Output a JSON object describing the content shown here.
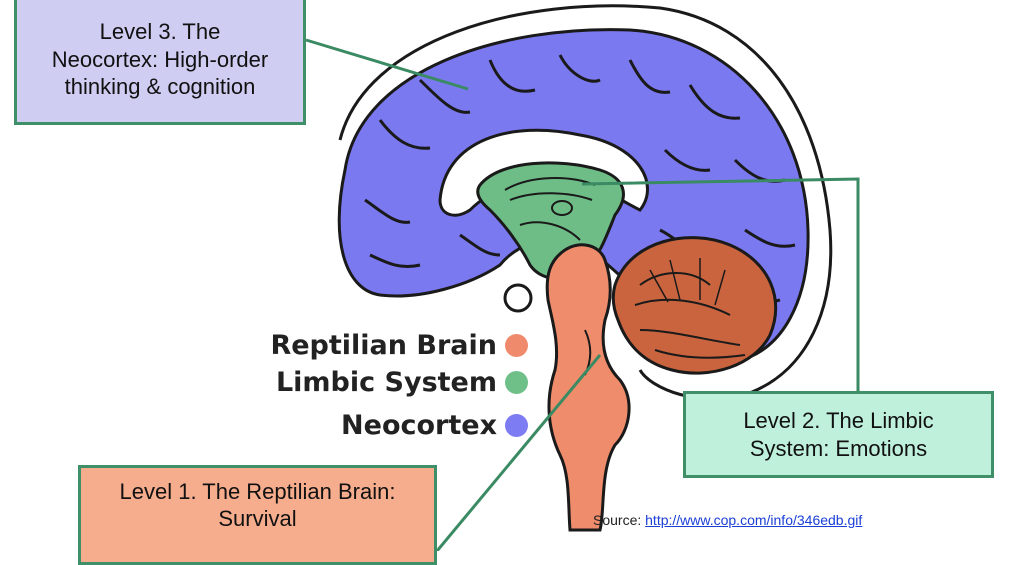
{
  "labels": {
    "level3": "Level 3.  The Neocortex: High-order thinking & cognition",
    "level2": "Level 2. The Limbic System: Emotions",
    "level1": "Level 1. The Reptilian Brain: Survival"
  },
  "legend": [
    {
      "label": "Reptilian Brain",
      "color": "#ef8a6c"
    },
    {
      "label": "Limbic System",
      "color": "#6fc088"
    },
    {
      "label": "Neocortex",
      "color": "#7d7cf2"
    }
  ],
  "source": {
    "prefix": "Source:",
    "url": "http://www.cop.com/info/346edb.gif"
  },
  "colors": {
    "neocortex": "#7b79f0",
    "limbic": "#6fbd86",
    "reptilian": "#ef8c6b",
    "cerebellum": "#c9643f",
    "connector": "#3a8a63",
    "outline": "#1a1a1a"
  }
}
